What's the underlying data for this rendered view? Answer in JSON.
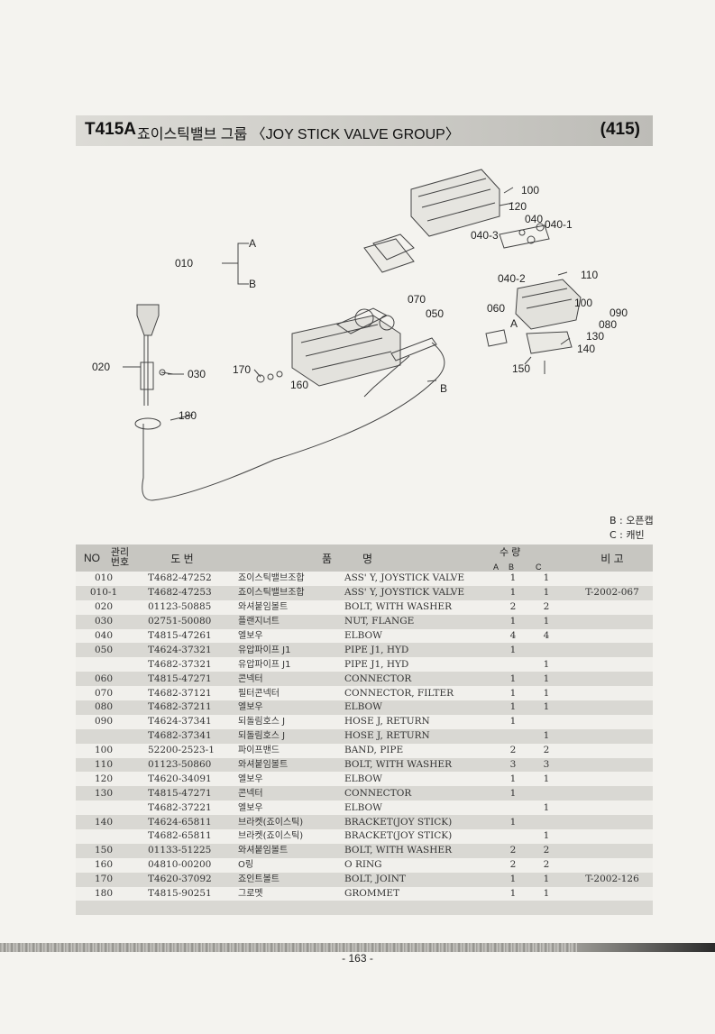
{
  "header": {
    "code": "T415A",
    "title": "죠이스틱밸브 그룹 〈JOY STICK VALVE GROUP〉",
    "number": "(415)"
  },
  "diagram": {
    "labels": [
      "100",
      "120",
      "040",
      "040-1",
      "040-3",
      "A",
      "010",
      "B",
      "110",
      "040-2",
      "070",
      "050",
      "060",
      "100",
      "090",
      "080",
      "A",
      "130",
      "140",
      "150",
      "020",
      "030",
      "170",
      "160",
      "B",
      "180"
    ]
  },
  "legend": {
    "b": "B : 오픈캡",
    "c": "C : 캐빈"
  },
  "table": {
    "headers": {
      "no": "NO",
      "mgmt": "관리\n번호",
      "drawing": "도  번",
      "name_a": "품",
      "name_b": "명",
      "qty": "수  량",
      "a": "A",
      "b": "B",
      "c": "C",
      "remark": "비 고"
    },
    "rows": [
      {
        "no": "010",
        "part": "T4682-47252",
        "kor": "죠이스틱밸브조합",
        "eng": "ASS' Y, JOYSTICK VALVE",
        "a": "",
        "b": "1",
        "c": "1",
        "remark": ""
      },
      {
        "no": "010-1",
        "part": "T4682-47253",
        "kor": "죠이스틱밸브조합",
        "eng": "ASS' Y, JOYSTICK VALVE",
        "a": "",
        "b": "1",
        "c": "1",
        "remark": "T-2002-067"
      },
      {
        "no": "020",
        "part": "01123-50885",
        "kor": "와셔붙임볼트",
        "eng": "BOLT, WITH WASHER",
        "a": "",
        "b": "2",
        "c": "2",
        "remark": ""
      },
      {
        "no": "030",
        "part": "02751-50080",
        "kor": "플랜지너트",
        "eng": "NUT, FLANGE",
        "a": "",
        "b": "1",
        "c": "1",
        "remark": ""
      },
      {
        "no": "040",
        "part": "T4815-47261",
        "kor": "엘보우",
        "eng": "ELBOW",
        "a": "",
        "b": "4",
        "c": "4",
        "remark": ""
      },
      {
        "no": "050",
        "part": "T4624-37321",
        "kor": "유압파이프 J1",
        "eng": "PIPE J1, HYD",
        "a": "",
        "b": "1",
        "c": "",
        "remark": ""
      },
      {
        "no": "",
        "part": "T4682-37321",
        "kor": "유압파이프 J1",
        "eng": "PIPE J1, HYD",
        "a": "",
        "b": "",
        "c": "1",
        "remark": ""
      },
      {
        "no": "060",
        "part": "T4815-47271",
        "kor": "콘넥터",
        "eng": "CONNECTOR",
        "a": "",
        "b": "1",
        "c": "1",
        "remark": ""
      },
      {
        "no": "070",
        "part": "T4682-37121",
        "kor": "필터콘넥터",
        "eng": "CONNECTOR, FILTER",
        "a": "",
        "b": "1",
        "c": "1",
        "remark": ""
      },
      {
        "no": "080",
        "part": "T4682-37211",
        "kor": "엘보우",
        "eng": "ELBOW",
        "a": "",
        "b": "1",
        "c": "1",
        "remark": ""
      },
      {
        "no": "090",
        "part": "T4624-37341",
        "kor": "되돌림호스 J",
        "eng": "HOSE J, RETURN",
        "a": "",
        "b": "1",
        "c": "",
        "remark": ""
      },
      {
        "no": "",
        "part": "T4682-37341",
        "kor": "되돌림호스 J",
        "eng": "HOSE J, RETURN",
        "a": "",
        "b": "",
        "c": "1",
        "remark": ""
      },
      {
        "no": "100",
        "part": "52200-2523-1",
        "kor": "파이프밴드",
        "eng": "BAND, PIPE",
        "a": "",
        "b": "2",
        "c": "2",
        "remark": ""
      },
      {
        "no": "110",
        "part": "01123-50860",
        "kor": "와셔붙임볼트",
        "eng": "BOLT, WITH WASHER",
        "a": "",
        "b": "3",
        "c": "3",
        "remark": ""
      },
      {
        "no": "120",
        "part": "T4620-34091",
        "kor": "엘보우",
        "eng": "ELBOW",
        "a": "",
        "b": "1",
        "c": "1",
        "remark": ""
      },
      {
        "no": "130",
        "part": "T4815-47271",
        "kor": "콘넥터",
        "eng": "CONNECTOR",
        "a": "",
        "b": "1",
        "c": "",
        "remark": ""
      },
      {
        "no": "",
        "part": "T4682-37221",
        "kor": "엘보우",
        "eng": "ELBOW",
        "a": "",
        "b": "",
        "c": "1",
        "remark": ""
      },
      {
        "no": "140",
        "part": "T4624-65811",
        "kor": "브라켓(죠이스틱)",
        "eng": "BRACKET(JOY STICK)",
        "a": "",
        "b": "1",
        "c": "",
        "remark": ""
      },
      {
        "no": "",
        "part": "T4682-65811",
        "kor": "브라켓(죠이스틱)",
        "eng": "BRACKET(JOY STICK)",
        "a": "",
        "b": "",
        "c": "1",
        "remark": ""
      },
      {
        "no": "150",
        "part": "01133-51225",
        "kor": "와셔붙임볼트",
        "eng": "BOLT, WITH WASHER",
        "a": "",
        "b": "2",
        "c": "2",
        "remark": ""
      },
      {
        "no": "160",
        "part": "04810-00200",
        "kor": "O링",
        "eng": "O RING",
        "a": "",
        "b": "2",
        "c": "2",
        "remark": ""
      },
      {
        "no": "170",
        "part": "T4620-37092",
        "kor": "죠인트볼트",
        "eng": "BOLT, JOINT",
        "a": "",
        "b": "1",
        "c": "1",
        "remark": "T-2002-126"
      },
      {
        "no": "180",
        "part": "T4815-90251",
        "kor": "그로멧",
        "eng": "GROMMET",
        "a": "",
        "b": "1",
        "c": "1",
        "remark": ""
      }
    ]
  },
  "footer": {
    "page": "- 163 -"
  }
}
